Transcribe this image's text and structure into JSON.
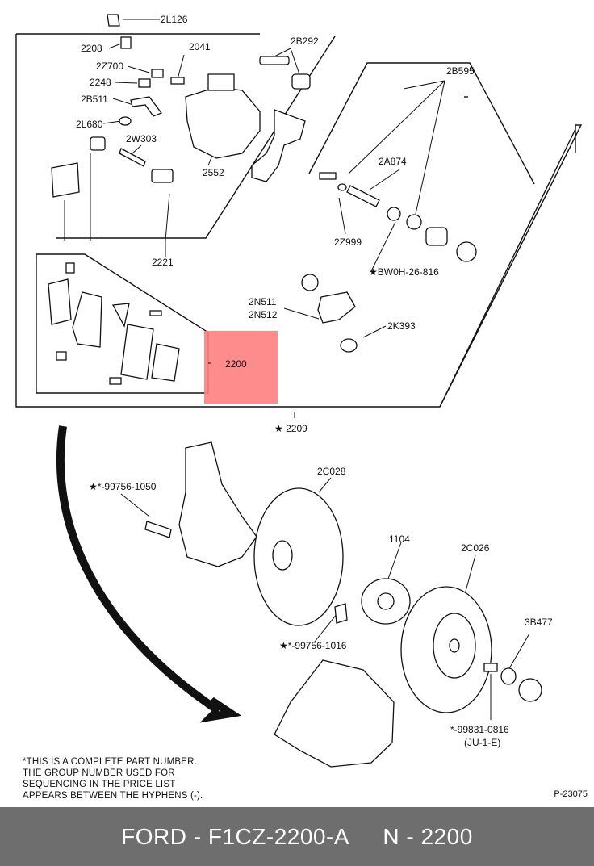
{
  "labels": {
    "l2L126": "2L126",
    "l2208": "2208",
    "l2041": "2041",
    "l2B292": "2B292",
    "l2Z700": "2Z700",
    "l2248": "2248",
    "l2B511": "2B511",
    "l2L680": "2L680",
    "l2W303": "2W303",
    "l2552": "2552",
    "l2B595": "2B595",
    "l2A874": "2A874",
    "l2Z999": "2Z999",
    "lBW0H": "★BW0H-26-816",
    "l2221": "2221",
    "l2N511": "2N511",
    "l2N512": "2N512",
    "l2K393": "2K393",
    "l2200": "2200",
    "l2209": "★ 2209",
    "l2C028": "2C028",
    "l99756_1050": "★*-99756-1050",
    "l1104": "1104",
    "l2C026": "2C026",
    "l3B477": "3B477",
    "l99756_1016": "★*-99756-1016",
    "l99831": "*-99831-0816",
    "lJU1E": "(JU-1-E)"
  },
  "highlight": {
    "color": "#ff8080",
    "label_ref": "2200"
  },
  "note": {
    "line1": "*THIS IS A COMPLETE PART NUMBER.",
    "line2": "THE GROUP NUMBER USED FOR",
    "line3": "SEQUENCING IN THE PRICE LIST",
    "line4": "APPEARS BETWEEN THE HYPHENS (-)."
  },
  "ref_code": "P-23075",
  "footer": {
    "left": "FORD - F1CZ-2200-A",
    "right": "N - 2200"
  }
}
